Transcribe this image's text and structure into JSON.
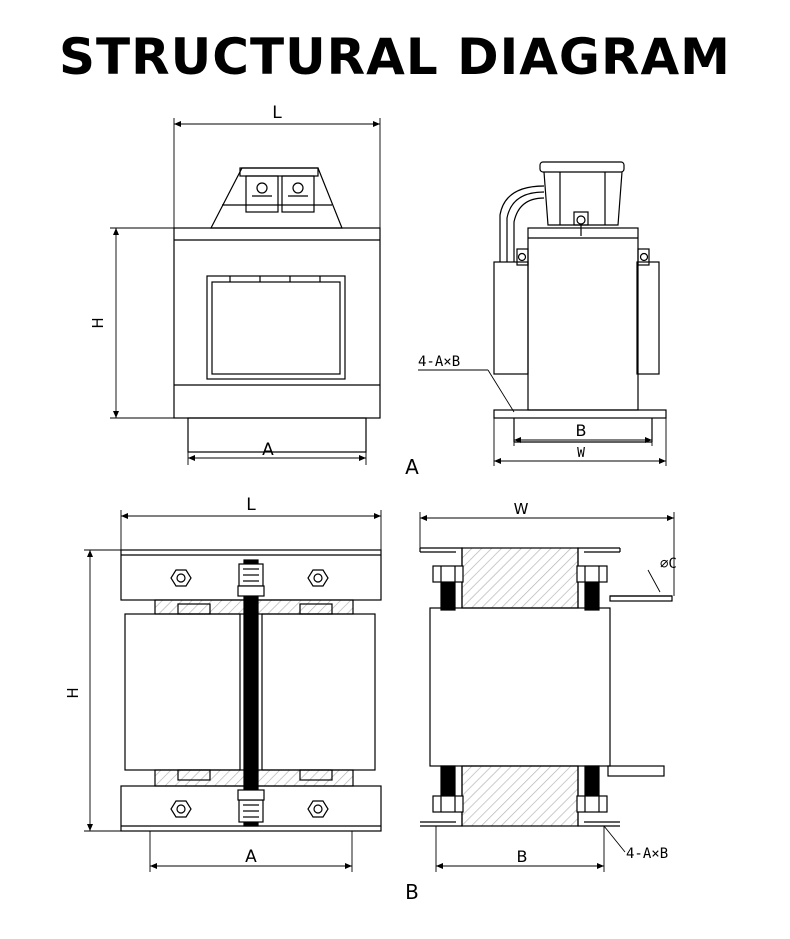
{
  "title": "STRUCTURAL DIAGRAM",
  "colors": {
    "line": "#000000",
    "background": "#ffffff",
    "hatch": "#b8b8b8"
  },
  "view_a": {
    "label": "A",
    "front": {
      "dim_length": "L",
      "dim_height": "H",
      "dim_base": "A"
    },
    "side": {
      "dim_mounting": "B",
      "dim_width": "W",
      "hole_callout": "4-A×B"
    }
  },
  "view_b": {
    "label": "B",
    "front": {
      "dim_length": "L",
      "dim_height": "H",
      "dim_base": "A"
    },
    "side": {
      "dim_width": "W",
      "dim_mounting": "B",
      "hole_callout": "4-A×B",
      "terminal_callout": "⌀C"
    }
  }
}
